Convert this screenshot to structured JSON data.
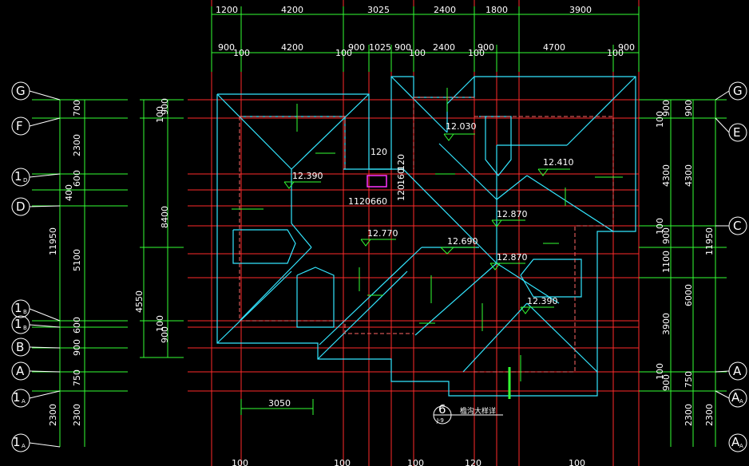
{
  "drawing": {
    "top_dims_outer": [
      "1200",
      "4200",
      "3025",
      "2400",
      "1800",
      "3900"
    ],
    "top_dims_inner": [
      "900",
      "100",
      "4200",
      "100",
      "900",
      "1025",
      "900",
      "100",
      "2400",
      "100",
      "900",
      "4700",
      "100",
      "900"
    ],
    "left_axes": [
      "G",
      "F",
      "1",
      "D",
      "1",
      "1",
      "B",
      "A",
      "1",
      "1"
    ],
    "left_axes_sub": [
      "D",
      "B",
      "B",
      "A",
      "A"
    ],
    "right_axes": [
      "G",
      "E",
      "C",
      "A",
      "A",
      "A"
    ],
    "right_axes_sub": [
      "A",
      "A"
    ],
    "left_dims_outer": [
      "700",
      "2300",
      "600",
      "400",
      "5100",
      "600",
      "900",
      "750",
      "2300"
    ],
    "left_total": "11950",
    "left_dims_inner": [
      "100",
      "900",
      "8400",
      "4550",
      "100",
      "900",
      "2300"
    ],
    "right_dims": [
      "100",
      "900",
      "4300",
      "100",
      "900",
      "1100",
      "6000",
      "3900",
      "100",
      "900",
      "750",
      "2300"
    ],
    "right_total": "11950",
    "right_dims_outer": [
      "900",
      "4300",
      "900",
      "100",
      "900",
      "2300"
    ],
    "elevations": [
      "12.030",
      "12.390",
      "12.410",
      "12.870",
      "12.770",
      "12.690",
      "12.870",
      "12.390"
    ],
    "small_dims": [
      "120",
      "1120",
      "660",
      "120",
      "160",
      "120"
    ],
    "bottom_dim": "3050",
    "bottom_marks": [
      "100",
      "100",
      "100",
      "120",
      "100"
    ],
    "detail_number": "6",
    "detail_sheet": "J-9",
    "detail_note": "檐沟大样详"
  },
  "colors": {
    "background": "#000000",
    "grid": "#ff2a2a",
    "roof": "#33e6ff",
    "dimension": "#33ff33",
    "text": "#ffffff",
    "dashed": "#ff6666",
    "accent": "#ff33ff"
  }
}
